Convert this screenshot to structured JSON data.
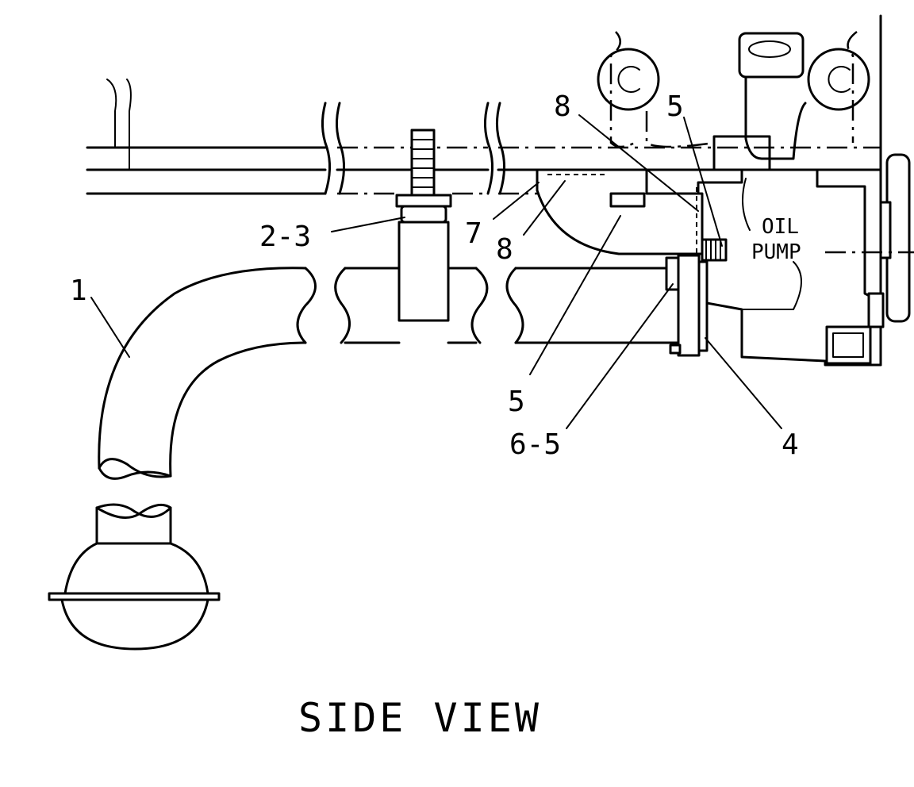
{
  "title": "SIDE VIEW",
  "pump_label_line1": "OIL",
  "pump_label_line2": "PUMP",
  "callouts": [
    {
      "id": "c-1",
      "text": "1"
    },
    {
      "id": "c-2-3",
      "text": "2-3"
    },
    {
      "id": "c-7",
      "text": "7"
    },
    {
      "id": "c-8a",
      "text": "8"
    },
    {
      "id": "c-8b",
      "text": "8"
    },
    {
      "id": "c-5a",
      "text": "5"
    },
    {
      "id": "c-5b",
      "text": "5"
    },
    {
      "id": "c-6-5",
      "text": "6-5"
    },
    {
      "id": "c-4",
      "text": "4"
    }
  ]
}
